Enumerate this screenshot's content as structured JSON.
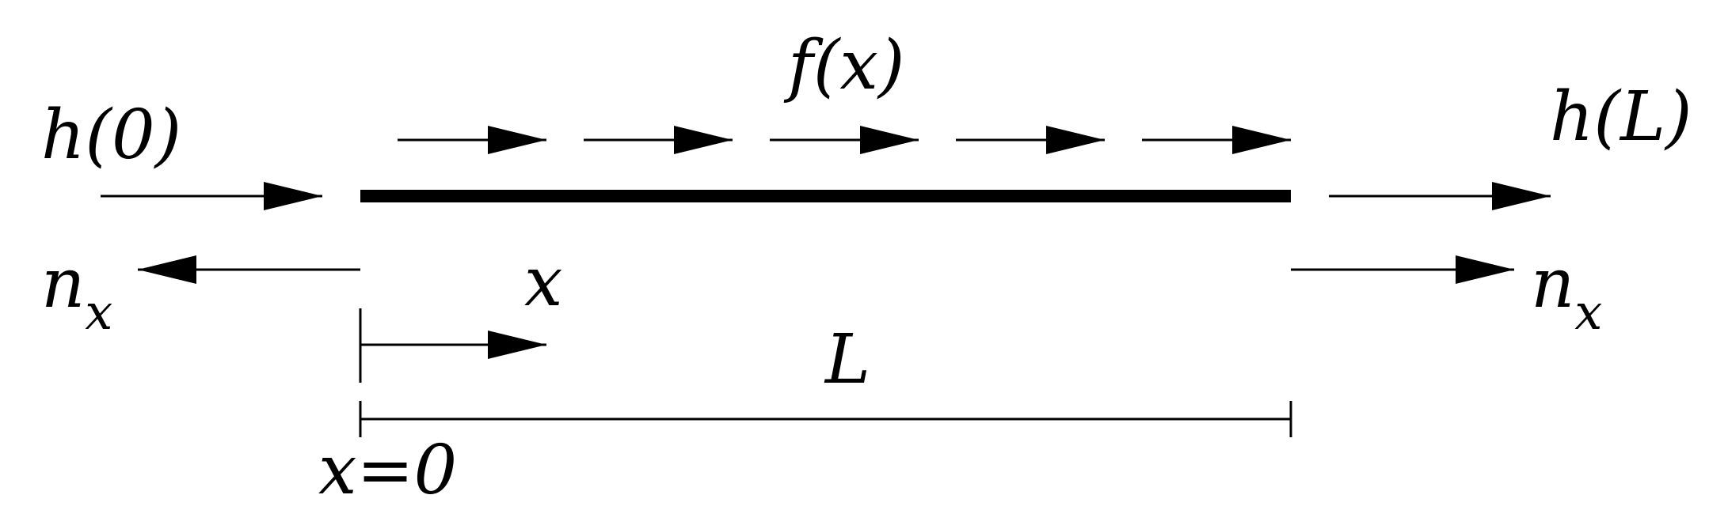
{
  "labels": {
    "h_left": "h(0)",
    "h_right": "h(L)",
    "f": "f(x)",
    "n_left_base": "n",
    "n_left_sub": "x",
    "n_right_base": "n",
    "n_right_sub": "x",
    "x_axis": "x",
    "length": "L",
    "origin": "x=0"
  },
  "colors": {
    "ink": "#000000",
    "background": "#ffffff"
  },
  "arrow_count_distributed": 5
}
